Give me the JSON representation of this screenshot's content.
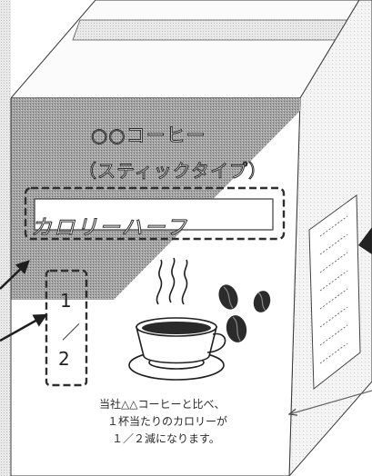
{
  "package": {
    "title_line1": "○○コーヒー",
    "title_line2": "（スティックタイプ）",
    "half_label": "カロリーハーフ",
    "fraction": {
      "numerator": "1",
      "bar": "／",
      "denominator": "2"
    },
    "description": [
      "当社△△コーヒーと比べ、",
      "１杯当たりのカロリーが",
      "１／２減になります。"
    ]
  },
  "colors": {
    "top_shade": "#9a9a9a",
    "side_face": "#f7f7f7",
    "outline": "#3a3a3a",
    "arrow": "#1f1f1f"
  }
}
